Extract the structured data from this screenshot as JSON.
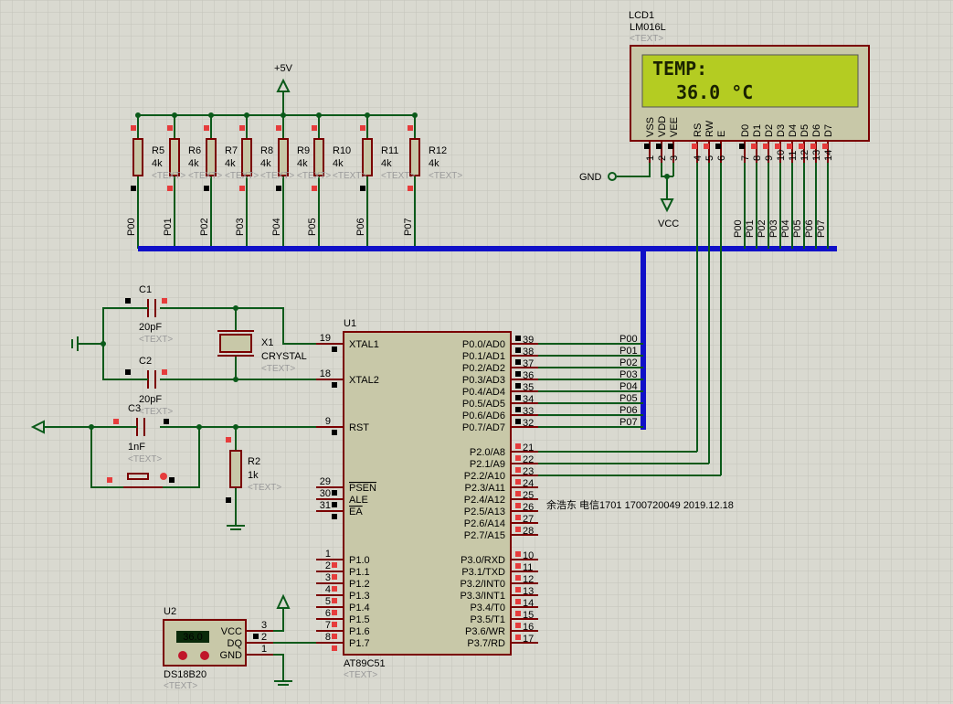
{
  "colors": {
    "grid": "#c8c8be",
    "wire": "#0b5a1a",
    "bus": "#1010c8",
    "body_fill": "#c8c8a8",
    "lcd_screen": "#b4cc22",
    "author_text": "#a00000"
  },
  "lcd": {
    "ref": "LCD1",
    "part": "LM016L",
    "ph": "<TEXT>",
    "line1": "TEMP:",
    "line2": "36.0 °C",
    "pins": [
      "VSS",
      "VDD",
      "VEE",
      "RS",
      "RW",
      "E",
      "D0",
      "D1",
      "D2",
      "D3",
      "D4",
      "D5",
      "D6",
      "D7"
    ],
    "pin_nums": [
      "1",
      "2",
      "3",
      "4",
      "5",
      "6",
      "7",
      "8",
      "9",
      "10",
      "11",
      "12",
      "13",
      "14"
    ],
    "gnd": "GND",
    "vcc": "VCC",
    "nets": [
      "P00",
      "P01",
      "P02",
      "P03",
      "P04",
      "P05",
      "P06",
      "P07"
    ]
  },
  "pullups": {
    "vcc": "+5V",
    "refs": [
      "R5",
      "R6",
      "R7",
      "R8",
      "R9",
      "R10",
      "R11",
      "R12"
    ],
    "value": "4k",
    "ph": "<TEXT>",
    "nets": [
      "P00",
      "P01",
      "P02",
      "P03",
      "P04",
      "P05",
      "P06",
      "P07"
    ]
  },
  "c1": {
    "ref": "C1",
    "value": "20pF",
    "ph": "<TEXT>"
  },
  "c2": {
    "ref": "C2",
    "value": "20pF",
    "ph": "<TEXT>"
  },
  "c3": {
    "ref": "C3",
    "value": "1nF",
    "ph": "<TEXT>"
  },
  "x1": {
    "ref": "X1",
    "part": "CRYSTAL",
    "ph": "<TEXT>"
  },
  "r2": {
    "ref": "R2",
    "value": "1k",
    "ph": "<TEXT>"
  },
  "u1": {
    "ref": "U1",
    "part": "AT89C51",
    "ph": "<TEXT>",
    "left": [
      {
        "n": "19",
        "name": "XTAL1"
      },
      {
        "n": "18",
        "name": "XTAL2"
      },
      {
        "n": "9",
        "name": "RST"
      },
      {
        "n": "29",
        "name": "PSEN"
      },
      {
        "n": "30",
        "name": "ALE"
      },
      {
        "n": "31",
        "name": "EA"
      },
      {
        "n": "1",
        "name": "P1.0"
      },
      {
        "n": "2",
        "name": "P1.1"
      },
      {
        "n": "3",
        "name": "P1.2"
      },
      {
        "n": "4",
        "name": "P1.3"
      },
      {
        "n": "5",
        "name": "P1.4"
      },
      {
        "n": "6",
        "name": "P1.5"
      },
      {
        "n": "7",
        "name": "P1.6"
      },
      {
        "n": "8",
        "name": "P1.7"
      }
    ],
    "right": [
      {
        "n": "39",
        "name": "P0.0/AD0"
      },
      {
        "n": "38",
        "name": "P0.1/AD1"
      },
      {
        "n": "37",
        "name": "P0.2/AD2"
      },
      {
        "n": "36",
        "name": "P0.3/AD3"
      },
      {
        "n": "35",
        "name": "P0.4/AD4"
      },
      {
        "n": "34",
        "name": "P0.5/AD5"
      },
      {
        "n": "33",
        "name": "P0.6/AD6"
      },
      {
        "n": "32",
        "name": "P0.7/AD7"
      },
      {
        "n": "21",
        "name": "P2.0/A8"
      },
      {
        "n": "22",
        "name": "P2.1/A9"
      },
      {
        "n": "23",
        "name": "P2.2/A10"
      },
      {
        "n": "24",
        "name": "P2.3/A11"
      },
      {
        "n": "25",
        "name": "P2.4/A12"
      },
      {
        "n": "26",
        "name": "P2.5/A13"
      },
      {
        "n": "27",
        "name": "P2.6/A14"
      },
      {
        "n": "28",
        "name": "P2.7/A15"
      },
      {
        "n": "10",
        "name": "P3.0/RXD"
      },
      {
        "n": "11",
        "name": "P3.1/TXD"
      },
      {
        "n": "12",
        "name": "P3.2/INT0"
      },
      {
        "n": "13",
        "name": "P3.3/INT1"
      },
      {
        "n": "14",
        "name": "P3.4/T0"
      },
      {
        "n": "15",
        "name": "P3.5/T1"
      },
      {
        "n": "16",
        "name": "P3.6/WR"
      },
      {
        "n": "17",
        "name": "P3.7/RD"
      }
    ],
    "p0_nets": [
      "P00",
      "P01",
      "P02",
      "P03",
      "P04",
      "P05",
      "P06",
      "P07"
    ]
  },
  "u2": {
    "ref": "U2",
    "part": "DS18B20",
    "ph": "<TEXT>",
    "display": "36.0",
    "pins": [
      "VCC",
      "DQ",
      "GND"
    ],
    "pin_nums": [
      "3",
      "2",
      "1"
    ]
  },
  "author": "余浩东 电信1701 1700720049  2019.12.18"
}
